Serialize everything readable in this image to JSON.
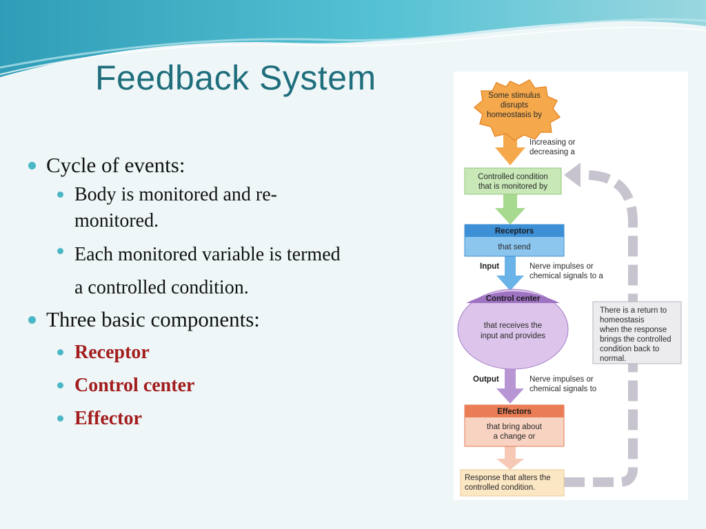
{
  "slide": {
    "title": "Feedback System",
    "bullets": [
      {
        "text": "Cycle of events:",
        "sub": [
          {
            "lines": [
              "Body is monitored and re-",
              "monitored."
            ]
          },
          {
            "lines": [
              "Each monitored variable is termed",
              "a controlled condition."
            ]
          }
        ]
      },
      {
        "text": "Three basic components:",
        "sub": [
          {
            "text": "Receptor"
          },
          {
            "text": "Control center"
          },
          {
            "text": "Effector"
          }
        ]
      }
    ]
  },
  "diagram": {
    "stimulus": [
      "Some stimulus",
      "disrupts",
      "homeostasis by"
    ],
    "increase_note": [
      "Increasing or",
      "decreasing a"
    ],
    "controlled_condition": [
      "Controlled condition",
      "that is monitored by"
    ],
    "receptors": {
      "title": "Receptors",
      "sub": "that send"
    },
    "input": {
      "label": "Input",
      "note": [
        "Nerve impulses or",
        "chemical signals to a"
      ]
    },
    "control_center": {
      "title": "Control center",
      "sub": [
        "that receives the",
        "input and provides"
      ]
    },
    "output": {
      "label": "Output",
      "note": [
        "Nerve impulses or",
        "chemical signals to"
      ]
    },
    "effectors": {
      "title": "Effectors",
      "sub": [
        "that bring about",
        "a change or"
      ]
    },
    "response": [
      "Response that alters the",
      "controlled condition."
    ],
    "return_note": [
      "There is a return to",
      "homeostasis",
      "when the response",
      "brings the controlled",
      "condition back to",
      "normal."
    ]
  },
  "colors": {
    "title": "#1f6e7c",
    "bullet_dot": "#4ab7c6",
    "highlight_text": "#a31d1d",
    "stimulus_burst": "#f5a94c",
    "controlled_condition_box": "#c9e8b8",
    "receptors_box": "#55a7e3",
    "control_center": "#c9a4db",
    "effectors_box": "#f0a58b",
    "response_box": "#fbe7c4"
  }
}
